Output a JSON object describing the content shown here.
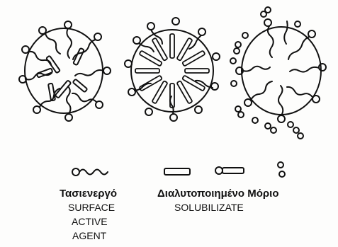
{
  "labels": {
    "greek_surfactant": "Τασιενεργό",
    "surface": "SURFACE",
    "active": "ACTIVE",
    "agent": "AGENT",
    "greek_solubilizate": "Διαλυτοποιημένο Μόριο",
    "solubilizate": "SOLUBILIZATE"
  },
  "colors": {
    "ink": "#111111",
    "paper": "#fdfdfc"
  },
  "micelles": [
    {
      "name": "micelle-with-rod-solubilizate",
      "solubilizate": "rod",
      "placement": "between surfactant tails"
    },
    {
      "name": "micelle-with-headed-rod-solubilizate",
      "solubilizate": "rod",
      "placement": "radially among surfactant tails"
    },
    {
      "name": "micelle-with-small-molecule-solubilizate",
      "solubilizate": "small-molecule",
      "placement": "at micelle surface"
    }
  ],
  "legend": [
    {
      "icon": "surfactant-tail-icon",
      "label_keys": [
        "greek_surfactant",
        "surface",
        "active",
        "agent"
      ]
    },
    {
      "icon": "rod-solubilizate-icon",
      "label_keys": [
        "greek_solubilizate",
        "solubilizate"
      ]
    },
    {
      "icon": "headed-rod-solubilizate-icon"
    },
    {
      "icon": "small-molecule-solubilizate-icon"
    }
  ]
}
